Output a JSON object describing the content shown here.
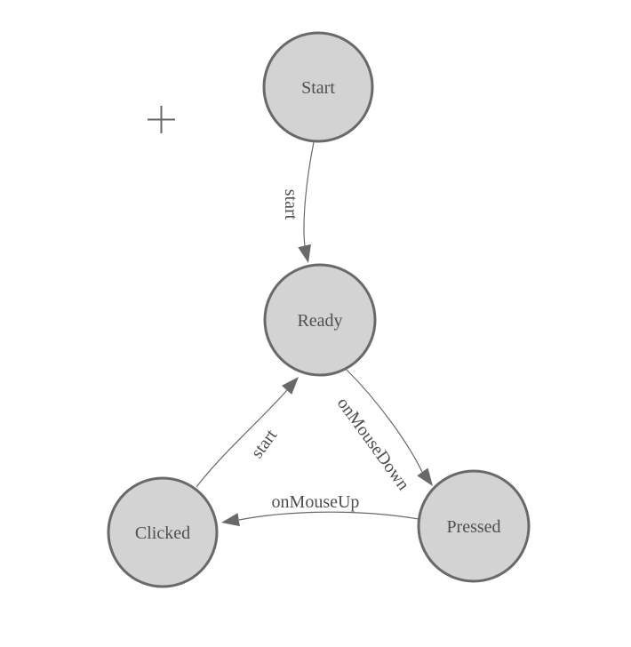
{
  "diagram": {
    "type": "state-machine",
    "colors": {
      "background": "#ffffff",
      "node-fill": "#d3d3d3",
      "node-stroke": "#696969",
      "edge-stroke": "#696969",
      "arrow-fill": "#696969",
      "label-text": "#4f4f4f",
      "crosshair": "#666666"
    },
    "nodes": [
      {
        "id": "start",
        "label": "Start"
      },
      {
        "id": "ready",
        "label": "Ready"
      },
      {
        "id": "clicked",
        "label": "Clicked"
      },
      {
        "id": "pressed",
        "label": "Pressed"
      }
    ],
    "edges": [
      {
        "from": "start",
        "to": "ready",
        "label": "start"
      },
      {
        "from": "ready",
        "to": "pressed",
        "label": "onMouseDown"
      },
      {
        "from": "pressed",
        "to": "clicked",
        "label": "onMouseUp"
      },
      {
        "from": "clicked",
        "to": "ready",
        "label": "start"
      }
    ],
    "crosshair_icon": "plus"
  }
}
